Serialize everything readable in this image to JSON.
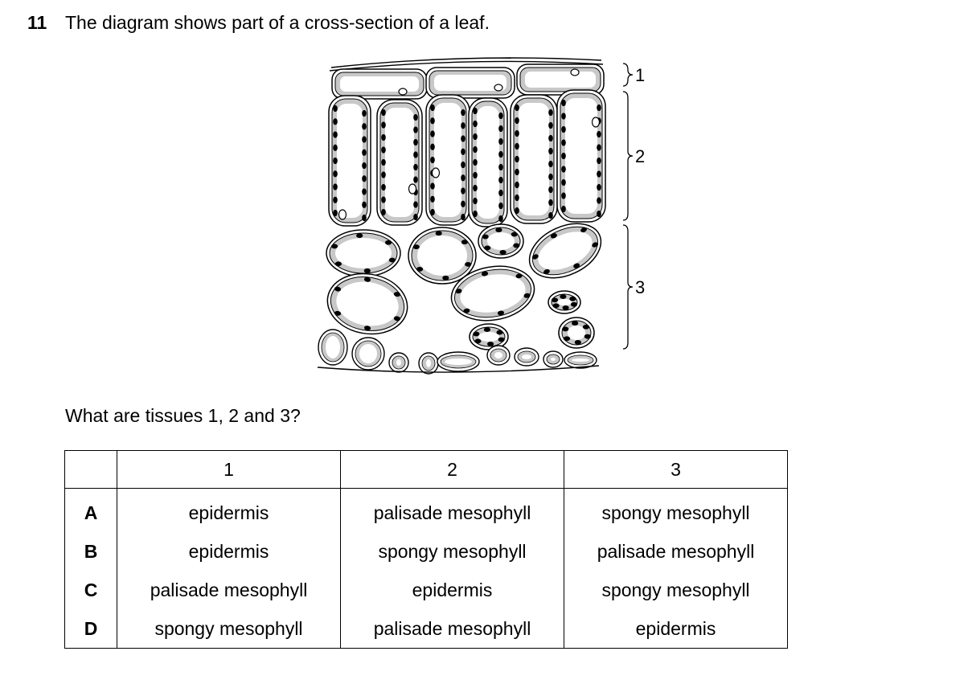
{
  "question": {
    "number": "11",
    "text": "The diagram shows part of a cross-section of a leaf.",
    "sub_question": "What are tissues 1, 2 and 3?"
  },
  "diagram": {
    "labels": [
      "1",
      "2",
      "3"
    ],
    "fill_color": "#c8c8c8",
    "line_color": "#000000"
  },
  "table": {
    "headers": [
      "",
      "1",
      "2",
      "3"
    ],
    "rows": [
      {
        "letter": "A",
        "cells": [
          "epidermis",
          "palisade mesophyll",
          "spongy mesophyll"
        ]
      },
      {
        "letter": "B",
        "cells": [
          "epidermis",
          "spongy mesophyll",
          "palisade mesophyll"
        ]
      },
      {
        "letter": "C",
        "cells": [
          "palisade mesophyll",
          "epidermis",
          "spongy mesophyll"
        ]
      },
      {
        "letter": "D",
        "cells": [
          "spongy mesophyll",
          "palisade mesophyll",
          "epidermis"
        ]
      }
    ]
  }
}
